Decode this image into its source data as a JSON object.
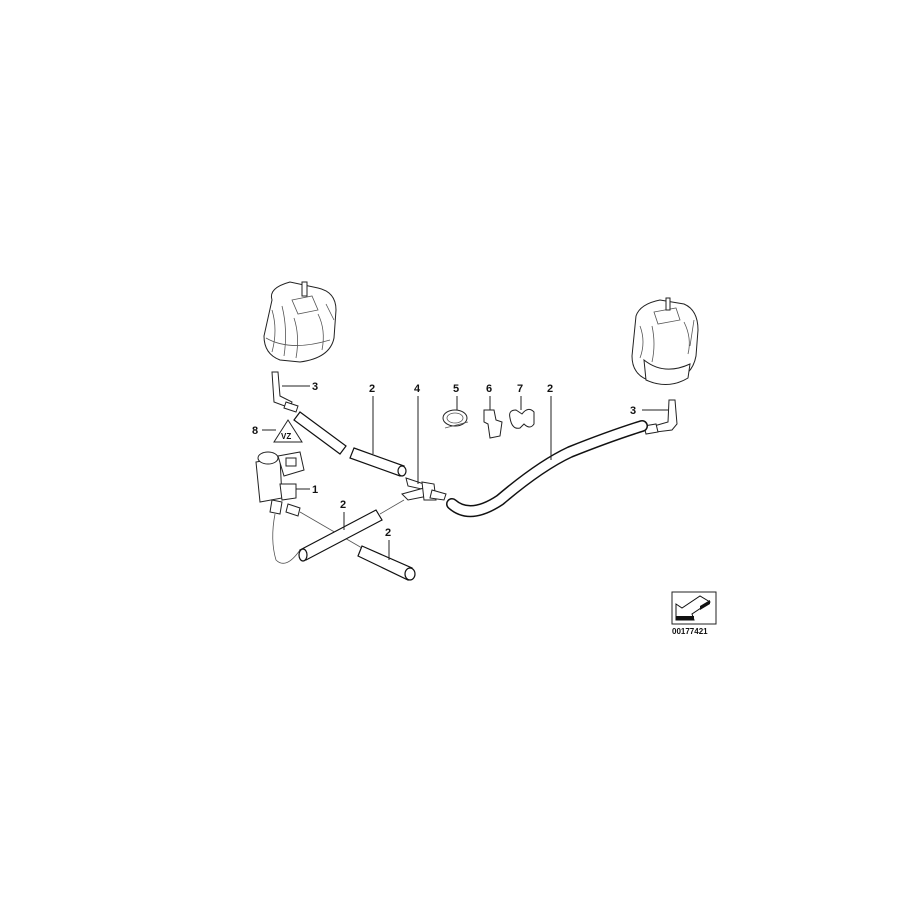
{
  "diagram": {
    "type": "exploded parts diagram",
    "subject": "engine mount vacuum hoses / solenoid valve",
    "reference_number": "00177421",
    "callouts": [
      {
        "id": "c3-left",
        "label": "3",
        "part": "angle connector (left)"
      },
      {
        "id": "c2-top",
        "label": "2",
        "part": "hose"
      },
      {
        "id": "c4",
        "label": "4",
        "part": "T-connector"
      },
      {
        "id": "c5",
        "label": "5",
        "part": "hose clamp"
      },
      {
        "id": "c6",
        "label": "6",
        "part": "clip"
      },
      {
        "id": "c7",
        "label": "7",
        "part": "double clip"
      },
      {
        "id": "c2-right",
        "label": "2",
        "part": "long curved hose"
      },
      {
        "id": "c3-right",
        "label": "3",
        "part": "angle connector (right)"
      },
      {
        "id": "c8",
        "label": "8",
        "part": "warning label"
      },
      {
        "id": "c1",
        "label": "1",
        "part": "electric changeover valve"
      },
      {
        "id": "c2-mid",
        "label": "2",
        "part": "hose"
      },
      {
        "id": "c2-bottom",
        "label": "2",
        "part": "hose"
      }
    ],
    "warning_label_text": "VZ"
  }
}
